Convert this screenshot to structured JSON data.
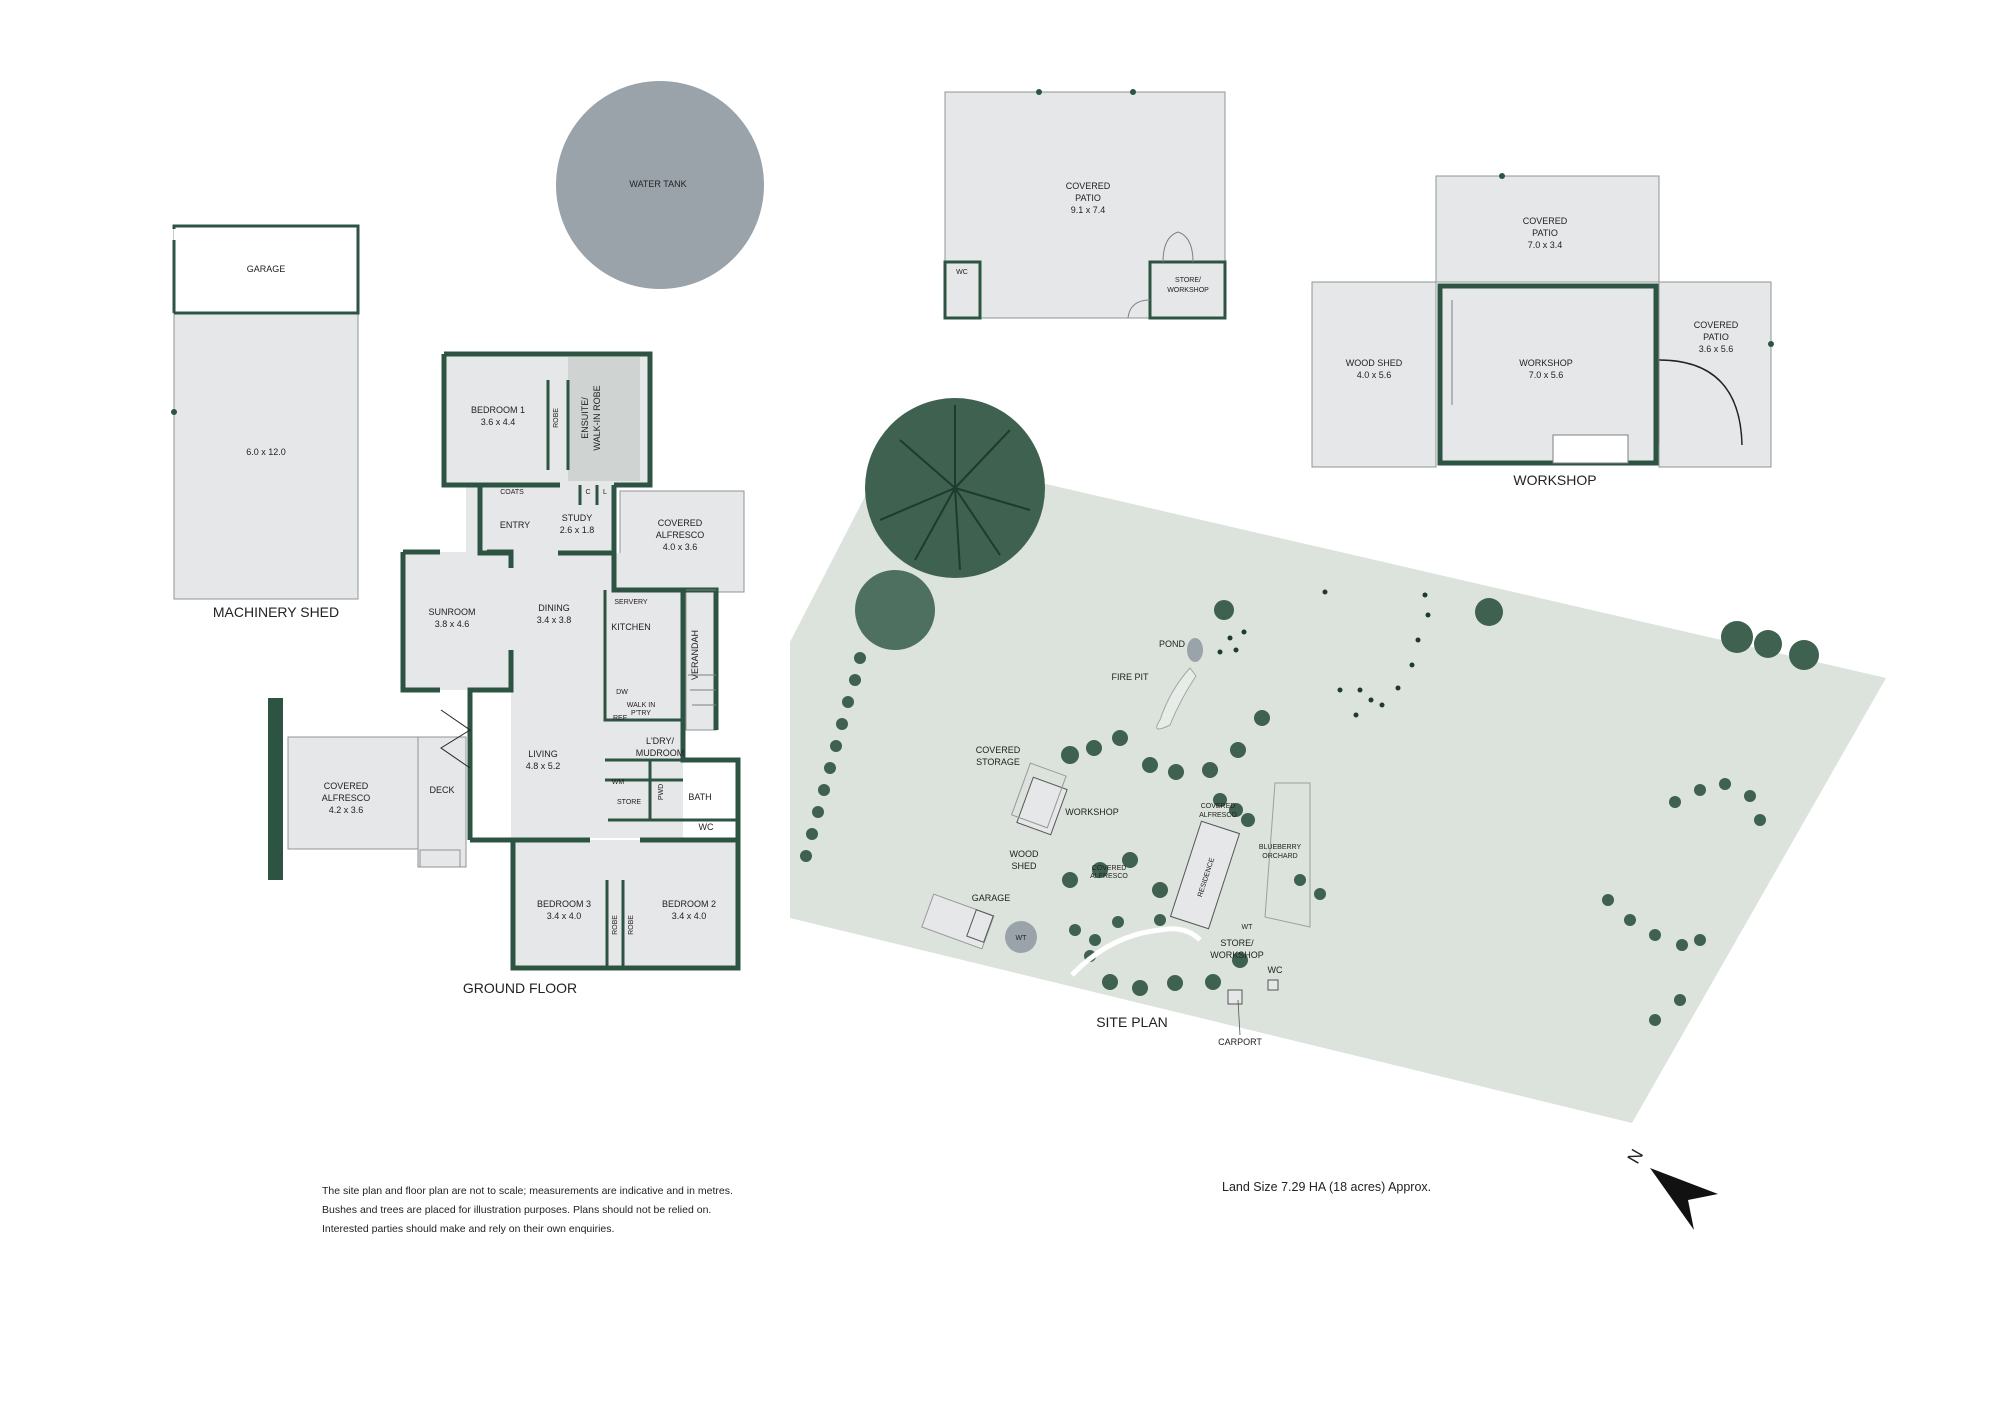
{
  "floor_plan": {
    "caption": "GROUND FLOOR",
    "rooms": {
      "bedroom1": {
        "name": "BEDROOM 1",
        "size": "3.6 x 4.4"
      },
      "robe_b1": "ROBE",
      "ensuite": "ENSUITE/",
      "ensuite2": "WALK-IN ROBE",
      "coats": "COATS",
      "entry": "ENTRY",
      "c": "C",
      "l": "L",
      "study": {
        "name": "STUDY",
        "size": "2.6 x 1.8"
      },
      "alfresco_top": {
        "name": "COVERED",
        "name2": "ALFRESCO",
        "size": "4.0 x 3.6"
      },
      "sunroom": {
        "name": "SUNROOM",
        "size": "3.8 x 4.6"
      },
      "dining": {
        "name": "DINING",
        "size": "3.4 x 3.8"
      },
      "servery": "SERVERY",
      "kitchen": "KITCHEN",
      "verandah": "VERANDAH",
      "dw": "DW",
      "walkin": "WALK IN",
      "pantry": "P'TRY",
      "ref": "REF",
      "laundry": "L'DRY/",
      "laundry2": "MUDROOM",
      "living": {
        "name": "LIVING",
        "size": "4.8 x 5.2"
      },
      "wm": "WM",
      "pwd": "PWD",
      "bath": "BATH",
      "store": "STORE",
      "wc": "WC",
      "deck": "DECK",
      "alfresco_left": {
        "name": "COVERED",
        "name2": "ALFRESCO",
        "size": "4.2 x 3.6"
      },
      "bedroom3": {
        "name": "BEDROOM 3",
        "size": "3.4 x 4.0"
      },
      "robe_b3": "ROBE",
      "robe_b2": "ROBE",
      "bedroom2": {
        "name": "BEDROOM 2",
        "size": "3.4 x 4.0"
      }
    }
  },
  "machinery_shed": {
    "caption": "MACHINERY SHED",
    "garage": "GARAGE",
    "size": "6.0 x 12.0"
  },
  "water_tank": "WATER TANK",
  "patio_building": {
    "name": "COVERED",
    "name2": "PATIO",
    "size": "9.1 x 7.4",
    "wc": "WC",
    "store": "STORE/",
    "store2": "WORKSHOP"
  },
  "workshop_building": {
    "caption": "WORKSHOP",
    "patio_top": {
      "name": "COVERED",
      "name2": "PATIO",
      "size": "7.0 x 3.4"
    },
    "wood_shed": {
      "name": "WOOD SHED",
      "size": "4.0 x 5.6"
    },
    "workshop": {
      "name": "WORKSHOP",
      "size": "7.0 x 5.6"
    },
    "patio_right": {
      "name": "COVERED",
      "name2": "PATIO",
      "size": "3.6 x 5.6"
    }
  },
  "site_plan": {
    "caption": "SITE PLAN",
    "pond": "POND",
    "fire_pit": "FIRE PIT",
    "covered_storage": "COVERED",
    "covered_storage2": "STORAGE",
    "workshop": "WORKSHOP",
    "wood_shed": "WOOD",
    "wood_shed2": "SHED",
    "garage": "GARAGE",
    "wt": "WT",
    "covered_alfresco": "COVERED",
    "covered_alfresco2": "ALFRESCO",
    "covered_alfresco_small": "COVERED",
    "covered_alfresco_small2": "ALFRESCO",
    "residence": "RESIDENCE",
    "blueberry": "BLUEBERRY",
    "blueberry2": "ORCHARD",
    "wt_small": "WT",
    "store": "STORE/",
    "store2": "WORKSHOP",
    "wc": "WC",
    "carport": "CARPORT"
  },
  "disclaimer": [
    "The site plan and floor plan are not to scale; measurements are indicative and in metres.",
    "Bushes and trees are placed for illustration purposes. Plans should not be relied on.",
    "Interested parties should make and rely on their own enquiries."
  ],
  "land_size": "Land Size 7.29 HA (18 acres) Approx.",
  "compass": {
    "label": "N"
  },
  "colors": {
    "wall": "#2d5443",
    "room": "#e6e7e8",
    "site": "#dce3dc",
    "tree": "#3e6150",
    "tank": "#9aa3aa"
  }
}
